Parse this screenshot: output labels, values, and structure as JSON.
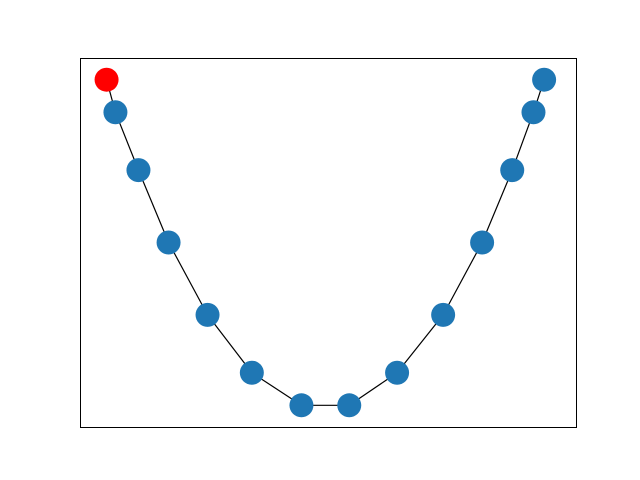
{
  "figure": {
    "background": "#ffffff",
    "axes_frame_color": "#000000",
    "ticks_visible": false,
    "grid": false
  },
  "chart_data": {
    "type": "scatter",
    "title": "",
    "xlabel": "",
    "ylabel": "",
    "connected_by_lines": true,
    "line_color": "#000000",
    "node_color": "#1f77b4",
    "highlight_color": "#ff0000",
    "xlim": [
      -0.5,
      13.5
    ],
    "ylim": [
      -0.6,
      9.6
    ],
    "points": [
      {
        "x": 0.25,
        "y": 9.0,
        "highlight": true
      },
      {
        "x": 0.5,
        "y": 8.1,
        "highlight": false
      },
      {
        "x": 1.15,
        "y": 6.5,
        "highlight": false
      },
      {
        "x": 2.0,
        "y": 4.5,
        "highlight": false
      },
      {
        "x": 3.1,
        "y": 2.5,
        "highlight": false
      },
      {
        "x": 4.35,
        "y": 0.9,
        "highlight": false
      },
      {
        "x": 5.75,
        "y": 0.0,
        "highlight": false
      },
      {
        "x": 7.1,
        "y": 0.0,
        "highlight": false
      },
      {
        "x": 8.45,
        "y": 0.9,
        "highlight": false
      },
      {
        "x": 9.75,
        "y": 2.5,
        "highlight": false
      },
      {
        "x": 10.85,
        "y": 4.5,
        "highlight": false
      },
      {
        "x": 11.7,
        "y": 6.5,
        "highlight": false
      },
      {
        "x": 12.3,
        "y": 8.1,
        "highlight": false
      },
      {
        "x": 12.6,
        "y": 9.0,
        "highlight": false
      }
    ]
  }
}
